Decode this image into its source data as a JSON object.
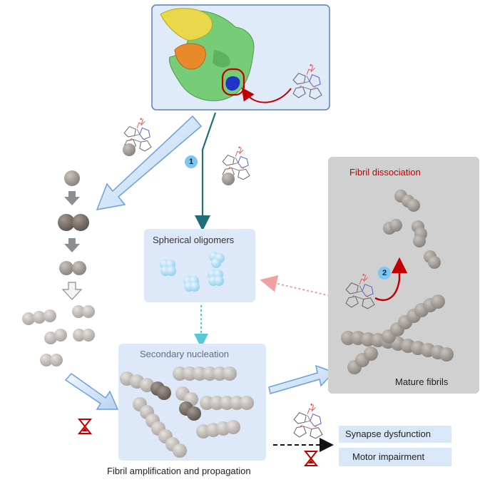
{
  "colors": {
    "panel_blue": "#e0ebf9",
    "panel_gray": "#cfcfcf",
    "dissociation_red": "#c00000",
    "teal_arrow": "#1f6f7a",
    "dotted_cyan": "#56c8d6",
    "dotted_pink": "#f0a0a0"
  },
  "badges": {
    "one": "1",
    "two": "2"
  },
  "labels": {
    "spherical_oligomers": "Spherical oligomers",
    "fibril_dissociation": "Fibril dissociation",
    "secondary_nucleation": "Secondary nucleation",
    "mature_fibrils": "Mature fibrils",
    "fibril_amplification": "Fibril amplification and propagation"
  },
  "outcomes": [
    "Synapse dysfunction",
    "Motor impairment"
  ],
  "icons": [
    "protein-surface",
    "ligand-molecule",
    "hourglass-icon",
    "monomer-sphere",
    "fibril-chain"
  ]
}
